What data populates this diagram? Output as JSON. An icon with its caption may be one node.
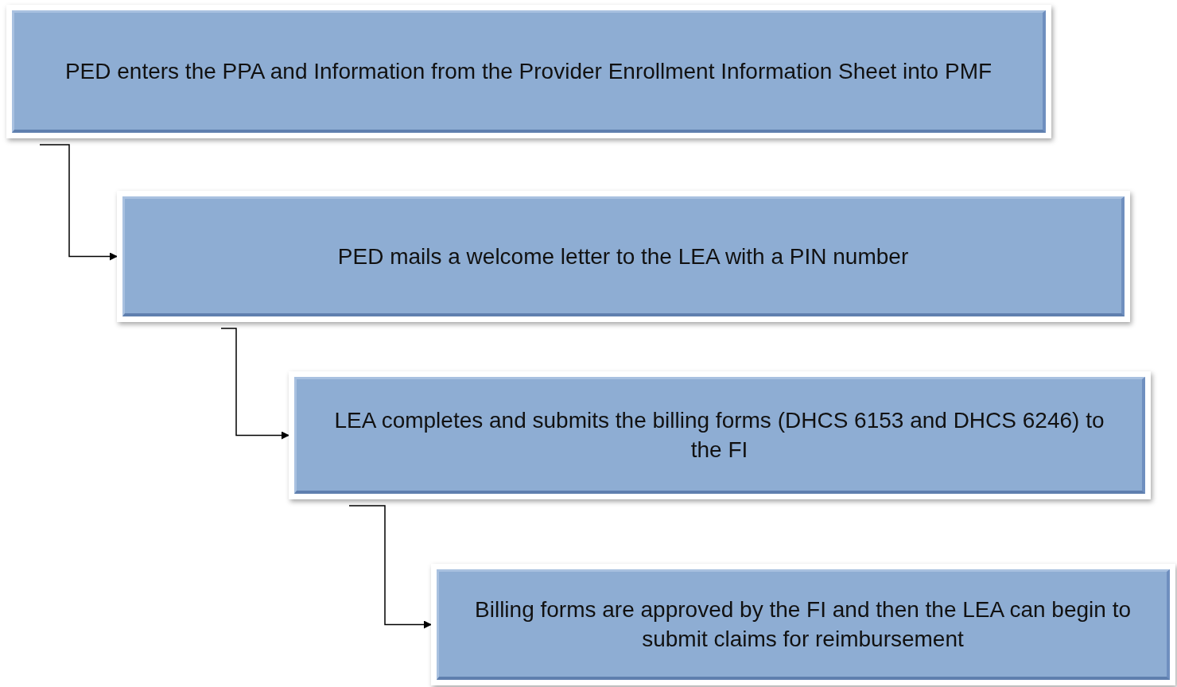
{
  "diagram": {
    "nodes": [
      {
        "text": [
          "PED enters the PPA and Information from the Provider Enrollment Information Sheet into PMF"
        ]
      },
      {
        "text": [
          "PED mails a welcome letter to the LEA with a PIN number"
        ]
      },
      {
        "text": [
          "LEA completes and submits the billing forms (DHCS 6153 and DHCS 6246) to the FI"
        ]
      },
      {
        "text": [
          "Billing forms are approved by the FI and then the LEA can begin to submit claims for reimbursement"
        ]
      }
    ],
    "edges": [
      {
        "from": 0,
        "to": 1,
        "arrow": "to"
      },
      {
        "from": 1,
        "to": 2,
        "arrow": "to"
      },
      {
        "from": 2,
        "to": 3,
        "arrow": "to"
      }
    ]
  }
}
